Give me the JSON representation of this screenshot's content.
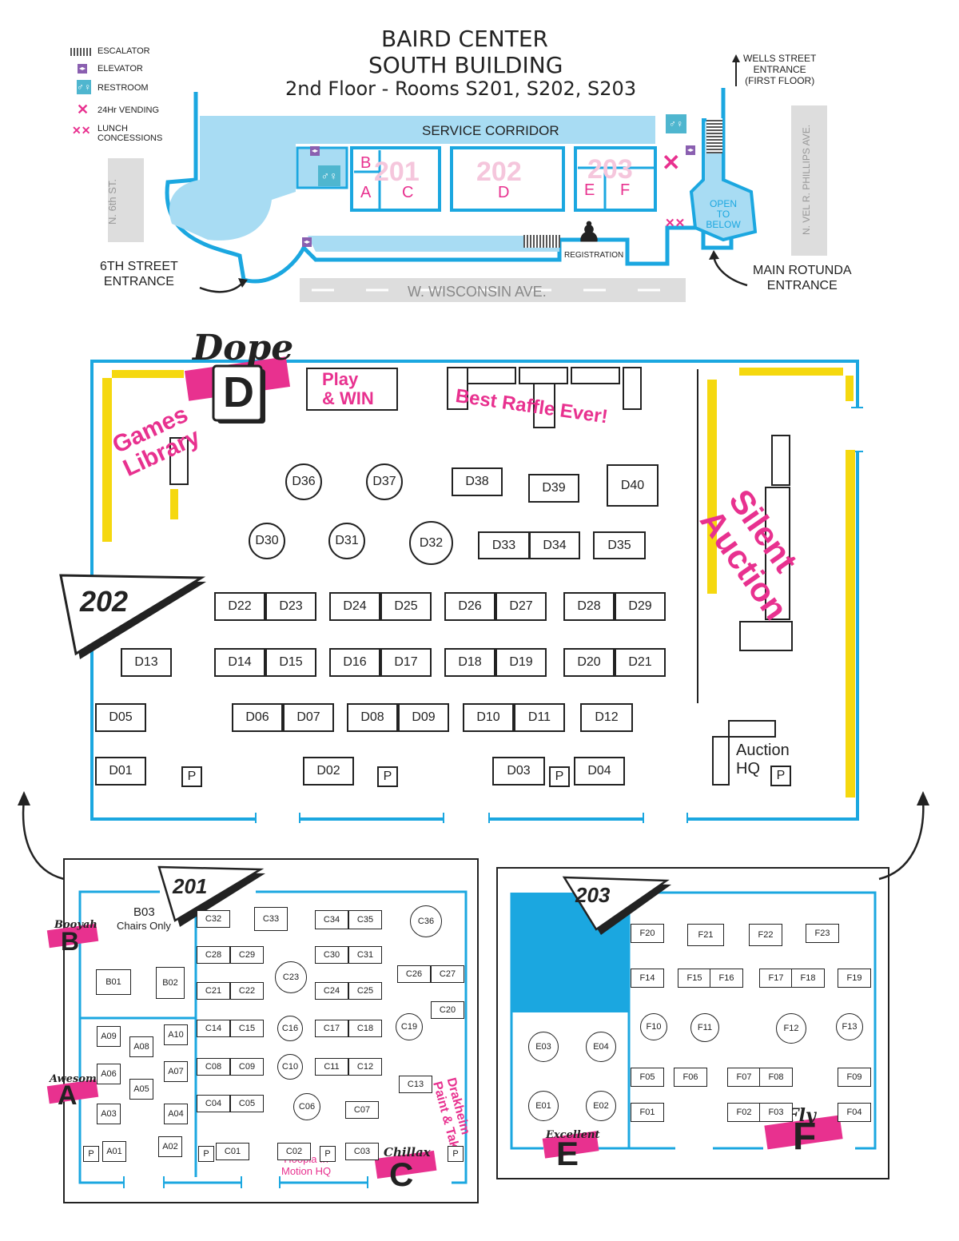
{
  "header": {
    "line1": "BAIRD CENTER",
    "line2": "SOUTH BUILDING",
    "line3": "2nd Floor - Rooms S201, S202, S203"
  },
  "legend": [
    {
      "icon": "escalator-icon",
      "label": "ESCALATOR"
    },
    {
      "icon": "elevator-icon",
      "label": "ELEVATOR"
    },
    {
      "icon": "restroom-icon",
      "label": "RESTROOM"
    },
    {
      "icon": "vending-icon",
      "label": "24Hr VENDING"
    },
    {
      "icon": "lunch-icon",
      "label": "LUNCH\nCONCESSIONS"
    }
  ],
  "floorplan": {
    "service_corridor": "SERVICE CORRIDOR",
    "room_201": "201",
    "room_202": "202",
    "room_203": "203",
    "sections": [
      "A",
      "B",
      "C",
      "D",
      "E",
      "F"
    ],
    "open_below": "OPEN\nTO\nBELOW",
    "registration": "REGISTRATION",
    "streets": {
      "n6th": "N. 6th ST.",
      "wisconsin": "W. WISCONSIN AVE.",
      "phillips": "N. VEL R. PHILLIPS AVE."
    },
    "entrances": {
      "sixth": "6TH STREET\nENTRANCE",
      "rotunda": "MAIN ROTUNDA\nENTRANCE",
      "wells": "WELLS STREET\nENTRANCE\n(FIRST FLOOR)"
    }
  },
  "room202": {
    "label": "202",
    "badge_word": "Dope",
    "badge_letter": "D",
    "play_win": "Play\n& WIN",
    "raffle": "Best Raffle Ever!",
    "games_library": "Games\nLibrary",
    "silent_auction": "Silent\nAuction",
    "auction_hq": "Auction\nHQ",
    "p": "P",
    "tables": [
      "D01",
      "D02",
      "D03",
      "D04",
      "D05",
      "D06",
      "D07",
      "D08",
      "D09",
      "D10",
      "D11",
      "D12",
      "D13",
      "D14",
      "D15",
      "D16",
      "D17",
      "D18",
      "D19",
      "D20",
      "D21",
      "D22",
      "D23",
      "D24",
      "D25",
      "D26",
      "D27",
      "D28",
      "D29",
      "D30",
      "D31",
      "D32",
      "D33",
      "D34",
      "D35",
      "D36",
      "D37",
      "D38",
      "D39",
      "D40"
    ]
  },
  "room201": {
    "label": "201",
    "b03": "B03",
    "chairs_only": "Chairs Only",
    "booyah": "Booyah",
    "awesome": "Awesome",
    "chillax": "Chillax",
    "letter_b": "B",
    "letter_a": "A",
    "letter_c": "C",
    "drakheim": "Drakheim\nPaint & Take",
    "hoopla": "Hoopla In\nMotion HQ",
    "p": "P",
    "tables": [
      "A01",
      "A02",
      "A03",
      "A04",
      "A05",
      "A06",
      "A07",
      "A08",
      "A09",
      "A10",
      "B01",
      "B02",
      "C01",
      "C02",
      "C03",
      "C04",
      "C05",
      "C06",
      "C07",
      "C08",
      "C09",
      "C10",
      "C11",
      "C12",
      "C13",
      "C14",
      "C15",
      "C16",
      "C17",
      "C18",
      "C19",
      "C20",
      "C21",
      "C22",
      "C23",
      "C24",
      "C25",
      "C26",
      "C27",
      "C28",
      "C29",
      "C30",
      "C31",
      "C32",
      "C33",
      "C34",
      "C35",
      "C36"
    ]
  },
  "room203": {
    "label": "203",
    "excellent": "Excellent",
    "fly": "Fly",
    "letter_e": "E",
    "letter_f": "F",
    "tables": [
      "E01",
      "E02",
      "E03",
      "E04",
      "F01",
      "F02",
      "F03",
      "F04",
      "F05",
      "F06",
      "F07",
      "F08",
      "F09",
      "F10",
      "F11",
      "F12",
      "F13",
      "F14",
      "F15",
      "F16",
      "F17",
      "F18",
      "F19",
      "F20",
      "F21",
      "F22",
      "F23"
    ]
  },
  "colors": {
    "blue": "#1ba7e0",
    "lightblue": "#a8dcf3",
    "pink": "#e8318f",
    "yellow": "#f5d80f",
    "purple": "#8a5fb0"
  }
}
